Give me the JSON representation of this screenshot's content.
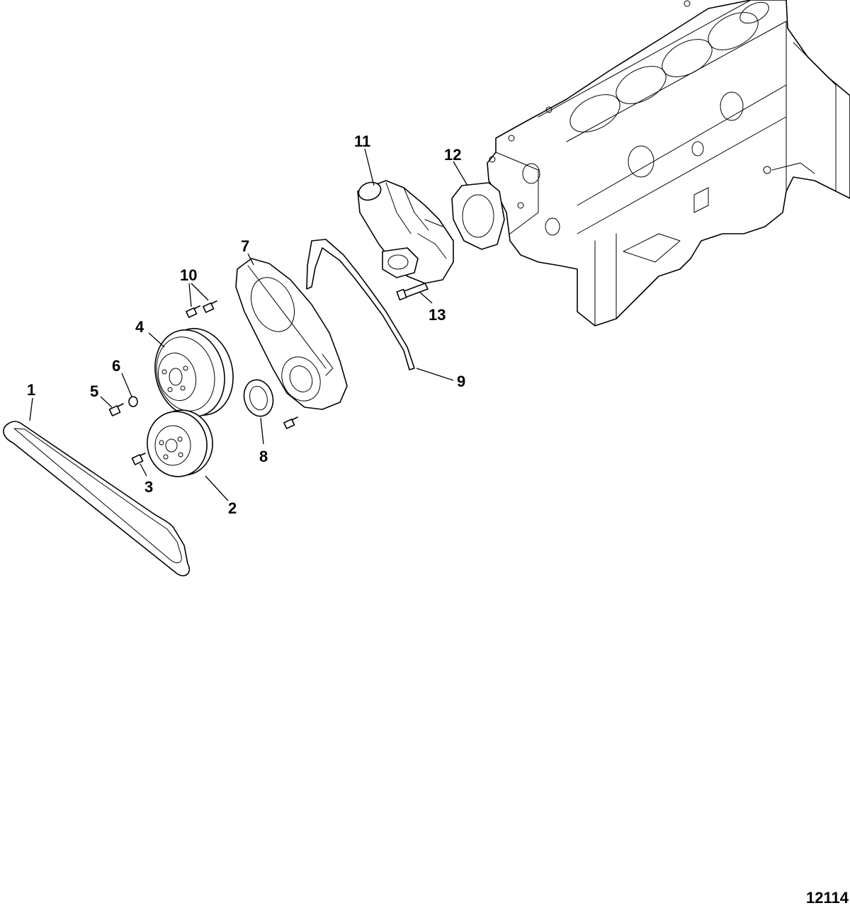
{
  "callouts": {
    "c1": "1",
    "c2": "2",
    "c3": "3",
    "c4": "4",
    "c5": "5",
    "c6": "6",
    "c7": "7",
    "c8": "8",
    "c9": "9",
    "c10": "10",
    "c11": "11",
    "c12": "12",
    "c13": "13"
  },
  "figure_id": "12114",
  "colors": {
    "line": "#000000",
    "background": "#ffffff"
  }
}
